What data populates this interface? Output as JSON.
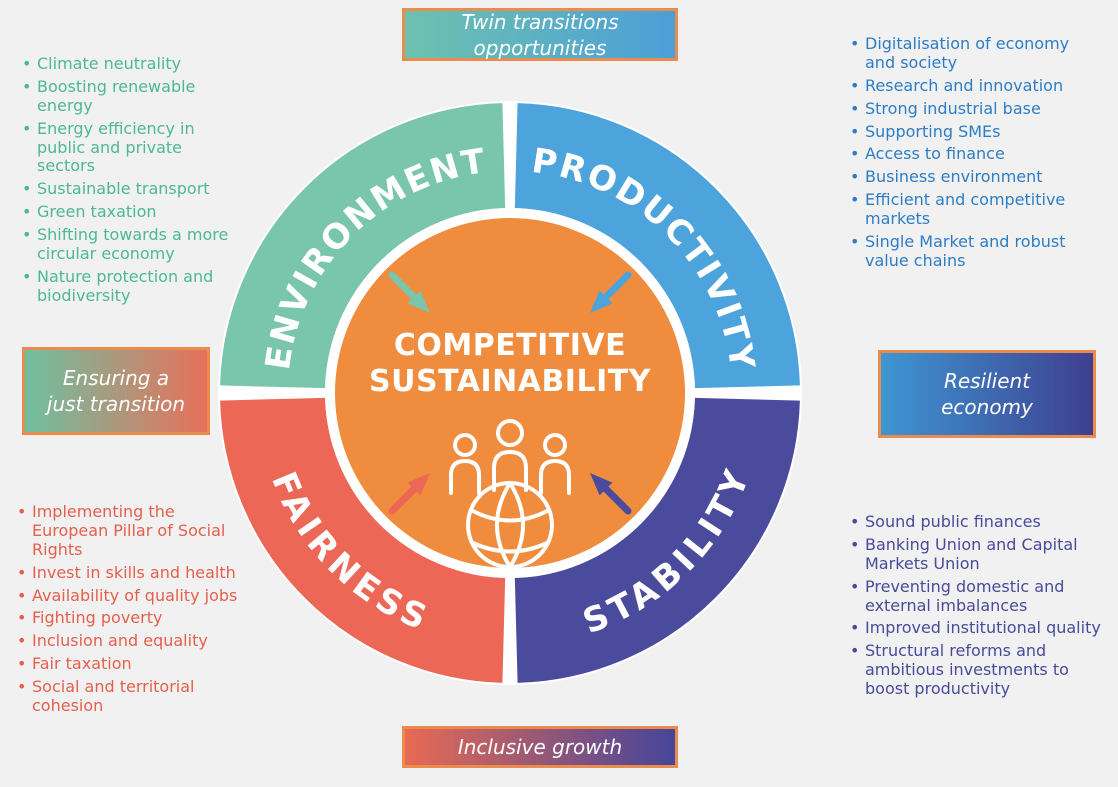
{
  "title": "Competitive sustainability wheel",
  "colors": {
    "background": "#f1f1f2",
    "center_circle": "#ef8c3e",
    "box_border": "#ea8c4d",
    "white_ring": "#ffffff"
  },
  "center": {
    "line1": "COMPETITIVE",
    "line2": "SUSTAINABILITY"
  },
  "quadrants": {
    "environment": {
      "label": "ENVIRONMENT",
      "color": "#79c6ad",
      "list_color": "#4cb894"
    },
    "productivity": {
      "label": "PRODUCTIVITY",
      "color": "#4da4dd",
      "list_color": "#2d7dc5"
    },
    "fairness": {
      "label": "FAIRNESS",
      "color": "#ec6756",
      "list_color": "#e55f4b"
    },
    "stability": {
      "label": "STABILITY",
      "color": "#4b4b9d",
      "list_color": "#4a4a9a"
    }
  },
  "callouts": {
    "top": {
      "line1": "Twin transitions",
      "line2": "opportunities"
    },
    "left": {
      "line1": "Ensuring a",
      "line2": "just transition"
    },
    "right": {
      "line1": "Resilient",
      "line2": "economy"
    },
    "bottom": {
      "line1": "Inclusive growth"
    }
  },
  "lists": {
    "environment": {
      "items": [
        "Climate neutrality",
        "Boosting renewable energy",
        "Energy efficiency in public and private sectors",
        "Sustainable transport",
        "Green taxation",
        "Shifting towards a more circular economy",
        "Nature protection and biodiversity"
      ]
    },
    "productivity": {
      "items": [
        "Digitalisation of economy and society",
        "Research and innovation",
        "Strong industrial base",
        "Supporting SMEs",
        "Access to finance",
        "Business environment",
        "Efficient and competitive markets",
        "Single Market and robust value chains"
      ]
    },
    "fairness": {
      "items": [
        "Implementing the European Pillar of Social Rights",
        "Invest in skills and health",
        "Availability of quality jobs",
        "Fighting poverty",
        "Inclusion and equality",
        "Fair taxation",
        "Social and territorial cohesion"
      ]
    },
    "stability": {
      "items": [
        "Sound public finances",
        "Banking Union and Capital Markets Union",
        "Preventing domestic and external imbalances",
        "Improved institutional quality",
        "Structural reforms and ambitious investments to boost productivity"
      ]
    }
  }
}
